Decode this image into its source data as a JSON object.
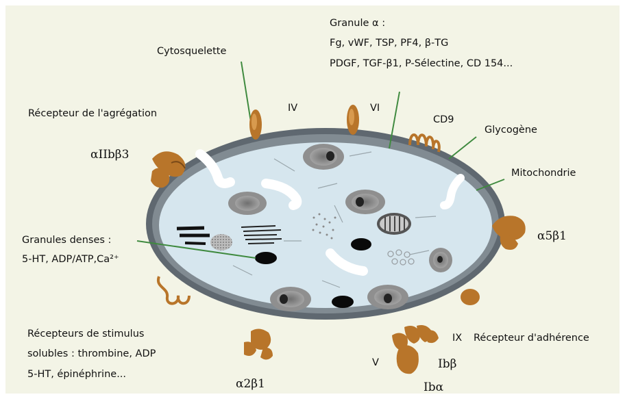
{
  "labels": {
    "cytoskeleton": "Cytosquelette",
    "granule_alpha_title": "Granule α :",
    "granule_alpha_line1": "Fg, vWF, TSP, PF4, β-TG",
    "granule_alpha_line2": "PDGF, TGF-β1, P-Sélectine, CD 154...",
    "aggregation_receptor": "Récepteur de l'agrégation",
    "iv": "IV",
    "vi": "VI",
    "cd9": "CD9",
    "glycogen": "Glycogène",
    "integrin_aiib_b3": "αIIbβ3",
    "mitochondria": "Mitochondrie",
    "dense_granules_title": "Granules denses :",
    "dense_granules_content": "5-HT, ADP/ATP,Ca²⁺",
    "integrin_a5_b1": "α5β1",
    "ix": "IX",
    "adhesion_receptor": "Récepteur d'adhérence",
    "stimulus_line1": "Récepteurs de stimulus",
    "stimulus_line2": "solubles : thrombine, ADP",
    "stimulus_line3": "5-HT, épinéphrine...",
    "v": "V",
    "ib_beta": "Ibβ",
    "ib_alpha": "Ibα",
    "integrin_a2_b1": "α2β1"
  },
  "colors": {
    "background": "#f3f4e6",
    "cytoplasm": "#d6e6ee",
    "membrane": "#5f6870",
    "receptor": "#b8752a",
    "pointer_line": "#3f8a3f",
    "granule_gray": "#9a9a9a",
    "dense_granule": "#0a0a0a"
  }
}
